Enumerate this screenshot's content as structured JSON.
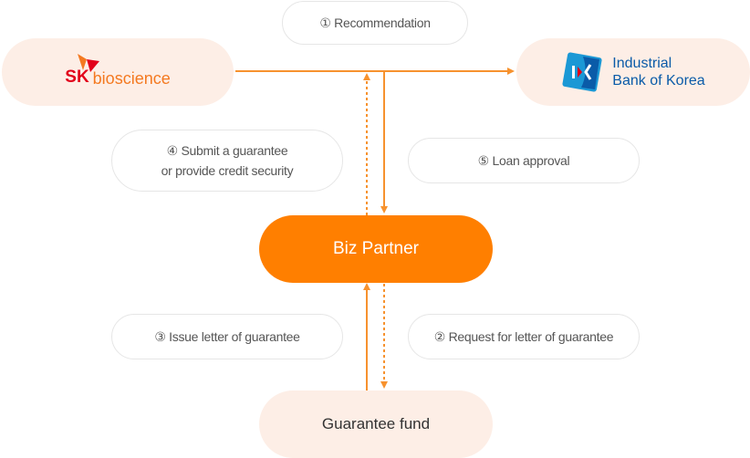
{
  "diagram": {
    "parties": {
      "sk": {
        "logo_mark": "SK",
        "logo_text": "bioscience"
      },
      "ibk": {
        "logo_mark": "IBK",
        "line1": "Industrial",
        "line2": "Bank of Korea"
      },
      "biz_partner": "Biz Partner",
      "guarantee_fund": "Guarantee fund"
    },
    "steps": {
      "s1": "① Recommendation",
      "s2": "② Request for letter of guarantee",
      "s3": "③ Issue letter of guarantee",
      "s4_line1": "④ Submit a guarantee",
      "s4_line2": "or provide credit security",
      "s5": "⑤ Loan approval"
    },
    "colors": {
      "accent": "#ff7f00",
      "arrow": "#f7922e",
      "party_bg": "#fdeee6",
      "sk_red": "#e2001a",
      "ibk_blue": "#0a5ba8"
    }
  }
}
